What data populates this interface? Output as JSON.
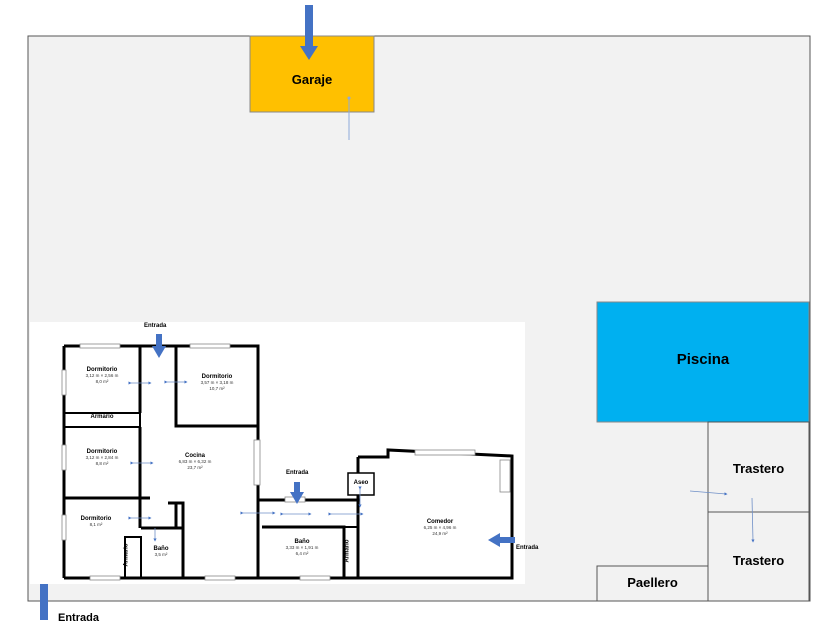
{
  "colors": {
    "lot": "#f2f2f2",
    "garage": "#ffc000",
    "pool": "#00b0f0",
    "arrow": "#4472c4",
    "wall": "#000000"
  },
  "site": {
    "garage": "Garaje",
    "pool": "Piscina",
    "storage_1": "Trastero",
    "storage_2": "Trastero",
    "paellero": "Paellero",
    "entrance_main": "Entrada"
  },
  "house": {
    "entrance_top": "Entrada",
    "entrance_mid": "Entrada",
    "entrance_right": "Entrada",
    "closet_top": "Armario",
    "closet_left": "Armario",
    "closet_right": "Armario",
    "toilet": "Aseo",
    "rooms": {
      "bedroom_1": {
        "name": "Dormitorio",
        "dims": "3,12 m × 2,56 m",
        "area": "8,0 m²"
      },
      "bedroom_2": {
        "name": "Dormitorio",
        "dims": "3,57 m × 3,18 m",
        "area": "10,7 m²"
      },
      "bedroom_3": {
        "name": "Dormitorio",
        "dims": "3,12 m × 2,84 m",
        "area": "8,8 m²"
      },
      "bedroom_4": {
        "name": "Dormitorio",
        "area": "8,1 m²"
      },
      "kitchen": {
        "name": "Cocina",
        "dims": "6,83 m × 6,32 m",
        "area": "23,7 m²"
      },
      "bath_small": {
        "name": "Baño",
        "area": "3,5 m²"
      },
      "bath": {
        "name": "Baño",
        "dims": "3,33 m × 1,91 m",
        "area": "6,4 m²"
      },
      "dining": {
        "name": "Comedor",
        "dims": "6,25 m × 4,96 m",
        "area": "24,9 m²"
      }
    }
  }
}
